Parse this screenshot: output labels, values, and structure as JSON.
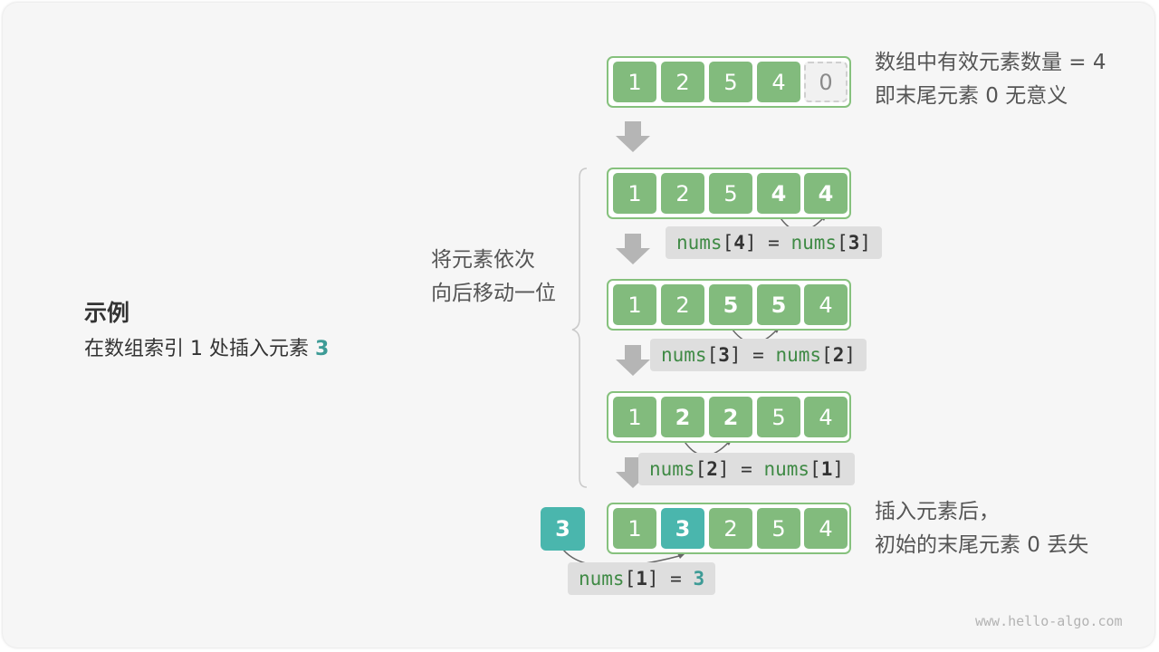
{
  "example": {
    "title": "示例",
    "desc_prefix": "在数组索引 1 处插入元素 ",
    "desc_value": "3"
  },
  "top_note": {
    "line1": "数组中有效元素数量 = 4",
    "line2": "即末尾元素 0 无意义"
  },
  "shift_note": {
    "line1": "将元素依次",
    "line2": "向后移动一位"
  },
  "result_note": {
    "line1": "插入元素后，",
    "line2": "初始的末尾元素 0 丢失"
  },
  "insert_value": "3",
  "rows": [
    {
      "cells": [
        "1",
        "2",
        "5",
        "4",
        "0"
      ]
    },
    {
      "cells": [
        "1",
        "2",
        "5",
        "4",
        "4"
      ]
    },
    {
      "cells": [
        "1",
        "2",
        "5",
        "5",
        "4"
      ]
    },
    {
      "cells": [
        "1",
        "2",
        "2",
        "5",
        "4"
      ]
    },
    {
      "cells": [
        "1",
        "3",
        "2",
        "5",
        "4"
      ]
    }
  ],
  "codes": [
    {
      "lhs_name": "nums",
      "lhs_index": "4",
      "rhs_name": "nums",
      "rhs_index": "3"
    },
    {
      "lhs_name": "nums",
      "lhs_index": "3",
      "rhs_name": "nums",
      "rhs_index": "2"
    },
    {
      "lhs_name": "nums",
      "lhs_index": "2",
      "rhs_name": "nums",
      "rhs_index": "1"
    },
    {
      "lhs_name": "nums",
      "lhs_index": "1",
      "rhs_value": "3"
    }
  ],
  "watermark": "www.hello-algo.com",
  "colors": {
    "cell": "#82bb7d",
    "highlight": "#4ab6ad",
    "border": "#86c17d",
    "arrow": "#b5b5b5"
  }
}
